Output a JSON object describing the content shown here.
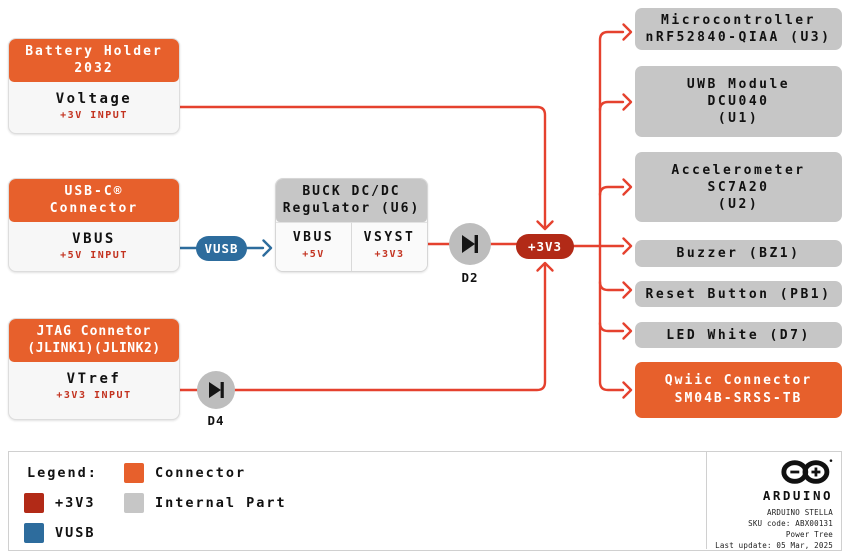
{
  "palette": {
    "connector_orange": "#E7602C",
    "rail_dark_red": "#B22A17",
    "vusb_blue": "#2D6C9D",
    "internal_gray": "#C6C6C6",
    "wire_red": "#E5412E",
    "note_red": "#C3321F"
  },
  "battery": {
    "title1": "Battery Holder",
    "title2": "2032",
    "signal": "Voltage",
    "note": "+3V INPUT"
  },
  "usbc": {
    "title1": "USB-C®",
    "title2": "Connector",
    "signal": "VBUS",
    "note": "+5V INPUT"
  },
  "jtag": {
    "title1": "JTAG Connetor",
    "title2": "(JLINK1)(JLINK2)",
    "signal": "VTref",
    "note": "+3V3 INPUT"
  },
  "buck": {
    "title1": "BUCK DC/DC",
    "title2": "Regulator (U6)",
    "cell1": {
      "label": "VBUS",
      "note": "+5V"
    },
    "cell2": {
      "label": "VSYST",
      "note": "+3V3"
    }
  },
  "nets": {
    "vusb": "VUSB",
    "v3v3": "+3V3"
  },
  "diodes": {
    "d2": "D2",
    "d4": "D4"
  },
  "loads": [
    {
      "lines": [
        "Microcontroller",
        "nRF52840-QIAA (U3)"
      ]
    },
    {
      "lines": [
        "UWB Module",
        "DCU040",
        "(U1)"
      ]
    },
    {
      "lines": [
        "Accelerometer",
        "SC7A20",
        "(U2)"
      ]
    },
    {
      "lines": [
        "Buzzer (BZ1)"
      ]
    },
    {
      "lines": [
        "Reset Button (PB1)"
      ]
    },
    {
      "lines": [
        "LED White (D7)"
      ]
    },
    {
      "lines": [
        "Qwiic Connector",
        "SM04B-SRSS-TB"
      ]
    }
  ],
  "legend": {
    "title": "Legend:",
    "items": [
      {
        "label": "+3V3",
        "color": "#B22A17"
      },
      {
        "label": "VUSB",
        "color": "#2D6C9D"
      },
      {
        "label": "Connector",
        "color": "#E7602C"
      },
      {
        "label": "Internal Part",
        "color": "#C6C6C6"
      }
    ]
  },
  "footer": {
    "brand": "ARDUINO",
    "product": "ARDUINO STELLA",
    "sku": "SKU code: ABX00131",
    "doc": "Power Tree",
    "updated": "Last update: 05 Mar, 2025"
  }
}
